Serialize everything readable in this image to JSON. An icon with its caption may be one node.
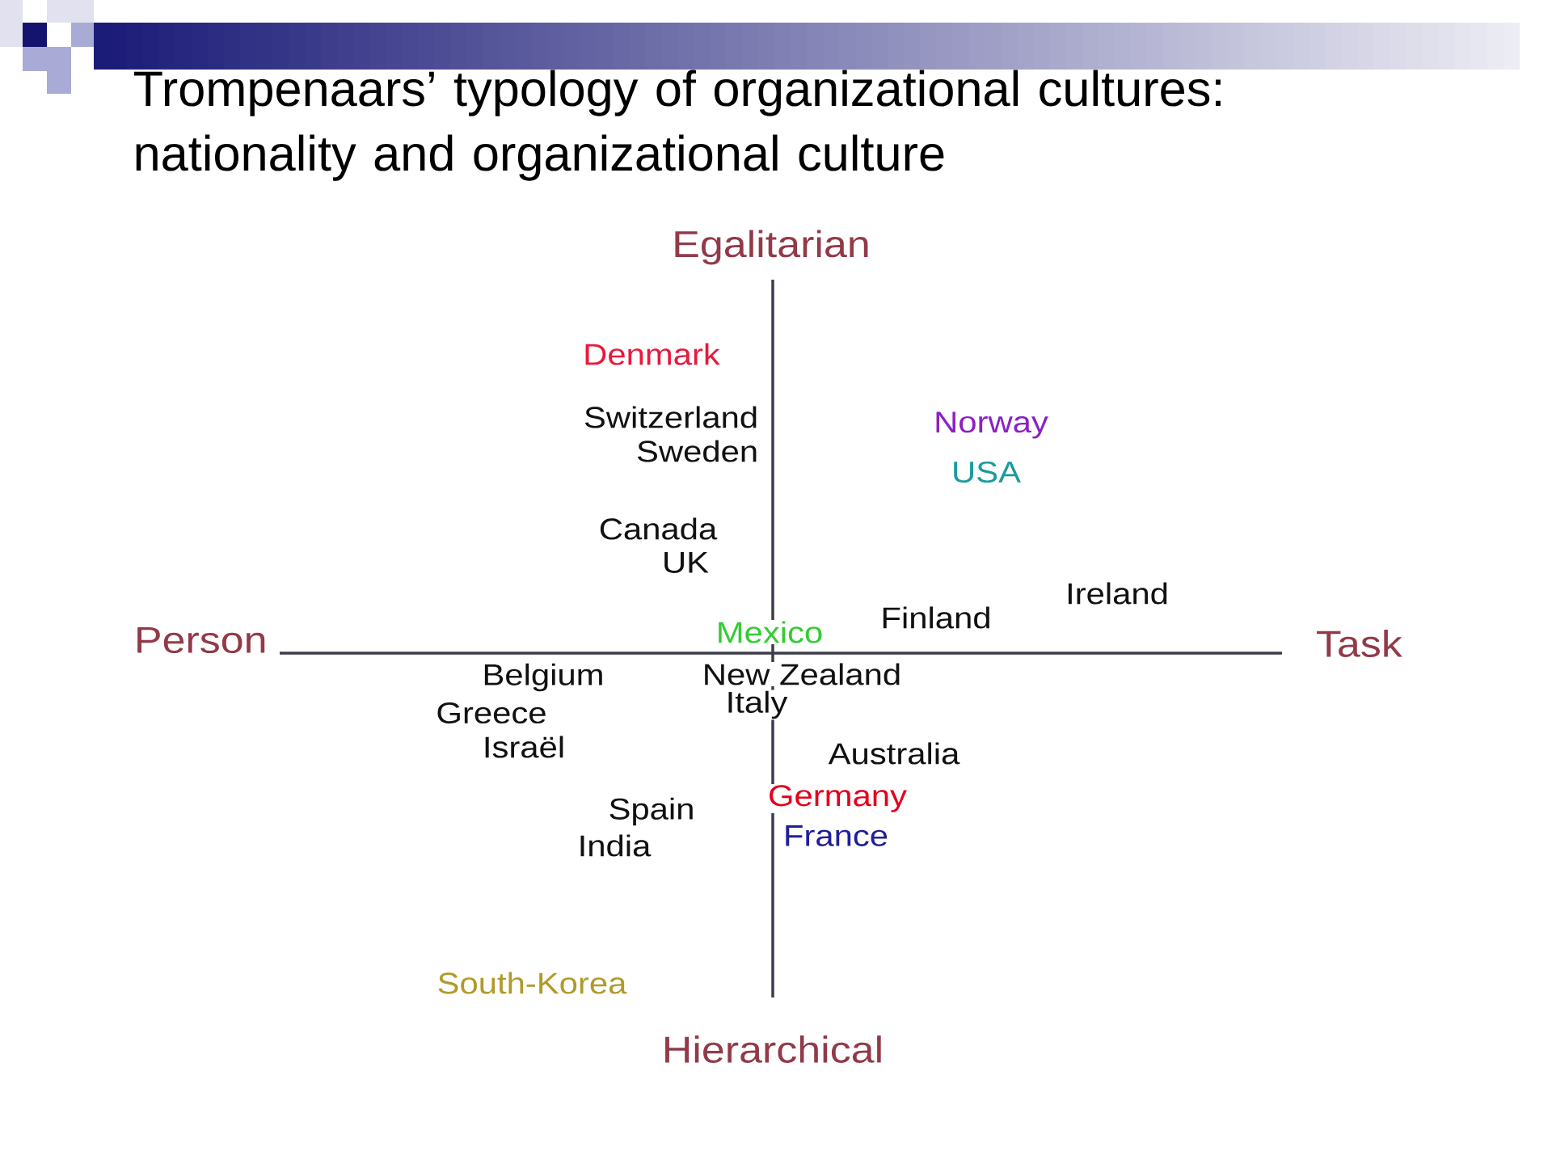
{
  "diagram": {
    "title": "Trompenaars’ typology of organizational cultures: nationality and organizational culture",
    "labels": [
      "Egalitarian",
      "Denmark",
      "Switzerland",
      "Norway",
      "Sweden",
      "USA",
      "Canada",
      "UK",
      "Ireland",
      "Finland",
      "Person",
      "Mexico",
      "Task",
      "Belgium",
      "New Zealand",
      "Greece",
      "Italy",
      "Israël",
      "Australia",
      "Spain",
      "Germany",
      "India",
      "France",
      "South-Korea",
      "Hierarchical"
    ]
  }
}
